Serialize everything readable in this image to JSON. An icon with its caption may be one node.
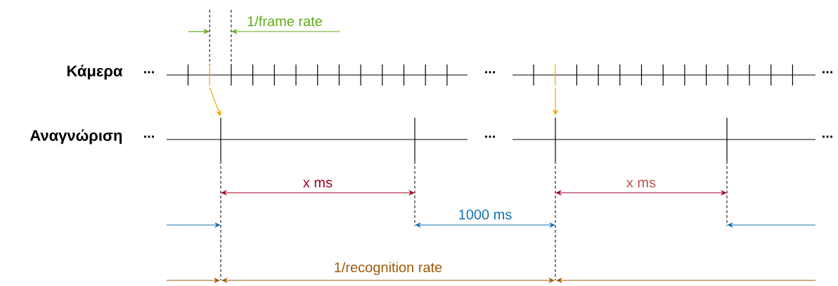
{
  "diagram": {
    "labels": [
      "1/frame rate",
      "Κάμερα",
      "...",
      "...",
      "...",
      "Αναγνώριση",
      "...",
      "...",
      "...",
      "x ms",
      "x ms",
      "1000 ms",
      "1/recognition rate"
    ]
  }
}
